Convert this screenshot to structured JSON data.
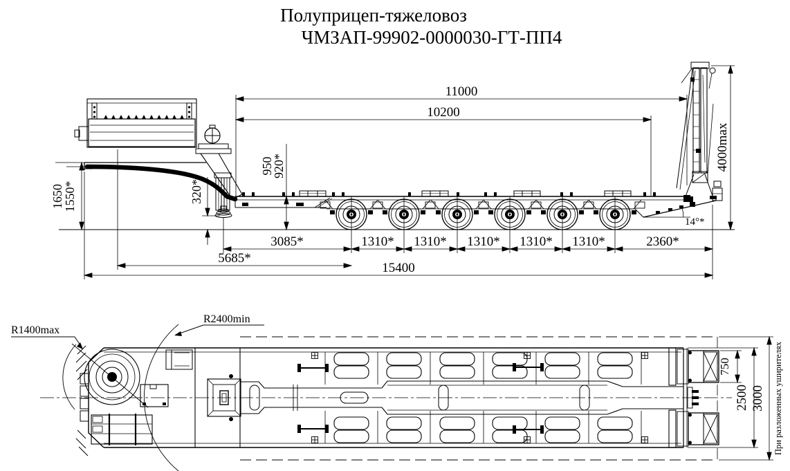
{
  "title": {
    "line1": "Полуприцеп-тяжеловоз",
    "line2": "ЧМЗАП-99902-0000030-ГТ-ПП4"
  },
  "side_view": {
    "dimensions": {
      "platform_length": "11000",
      "deck_length": "10200",
      "ramp_height": "4000max",
      "front_height": "1650",
      "front_height_alt": "1550*",
      "deck_height": "950",
      "deck_height_alt": "920*",
      "kingpin_clearance": "320*",
      "kingpin_to_axle1": "3085*",
      "axle_spacings": [
        "1310*",
        "1310*",
        "1310*",
        "1310*",
        "1310*"
      ],
      "rear_overhang": "2360*",
      "front_to_axle1": "5685*",
      "overall_length": "15400",
      "rear_angle": "14°*"
    }
  },
  "plan_view": {
    "labels": {
      "front_radius": "R1400max",
      "swing_radius": "R2400min"
    },
    "dimensions": {
      "ramp_width": "750",
      "frame_width": "2500",
      "widened_width": "3000"
    },
    "note": "При разложенных уширителях"
  },
  "colors": {
    "line": "#000000",
    "background": "#ffffff"
  }
}
